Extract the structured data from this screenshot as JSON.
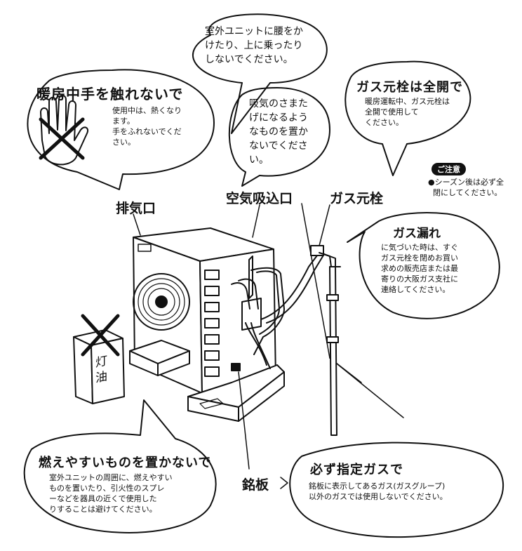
{
  "callouts": {
    "roof": "室外ユニットに腰をか\nけたり、上に乗ったり\nしないでください。",
    "heating": {
      "title": "暖房中手を触れないで",
      "body": "使用中は、熱くなり\nます。\n手をふれないでくだ\nさい。"
    },
    "intake": "吸気のさまた\nげになるよう\nなものを置か\nないでくださ\nい。",
    "valve_open": {
      "title": "ガス元栓は全開で",
      "body": "暖房運転中、ガス元栓は\n全開で使用して\nください。"
    },
    "caution": {
      "badge": "ご注意",
      "body": "●シーズン後は必ず全\n  閉にしてください。"
    },
    "gas_leak": {
      "title": "ガス漏れ",
      "body": "に気づいた時は、すぐ\nガス元栓を閉めお買い\n求めの販売店または最\n寄りの大阪ガス支社に\n連絡してください。"
    },
    "flammables": {
      "title": "燃えやすいものを置かないで",
      "body": "室外ユニットの周囲に、燃えやすい\nものを置いたり、引火性のスプレ\nーなどを器具の近くで使用した\nりすることは避けてください。"
    },
    "gas_type": {
      "title": "必ず指定ガスで",
      "body": "銘板に表示してあるガス(ガスグループ)\n以外のガスでは使用しないでください。"
    }
  },
  "labels": {
    "exhaust": "排気口",
    "air_intake": "空気吸込口",
    "gas_valve": "ガス元栓",
    "nameplate": "銘板",
    "kerosene": "灯\n油"
  }
}
